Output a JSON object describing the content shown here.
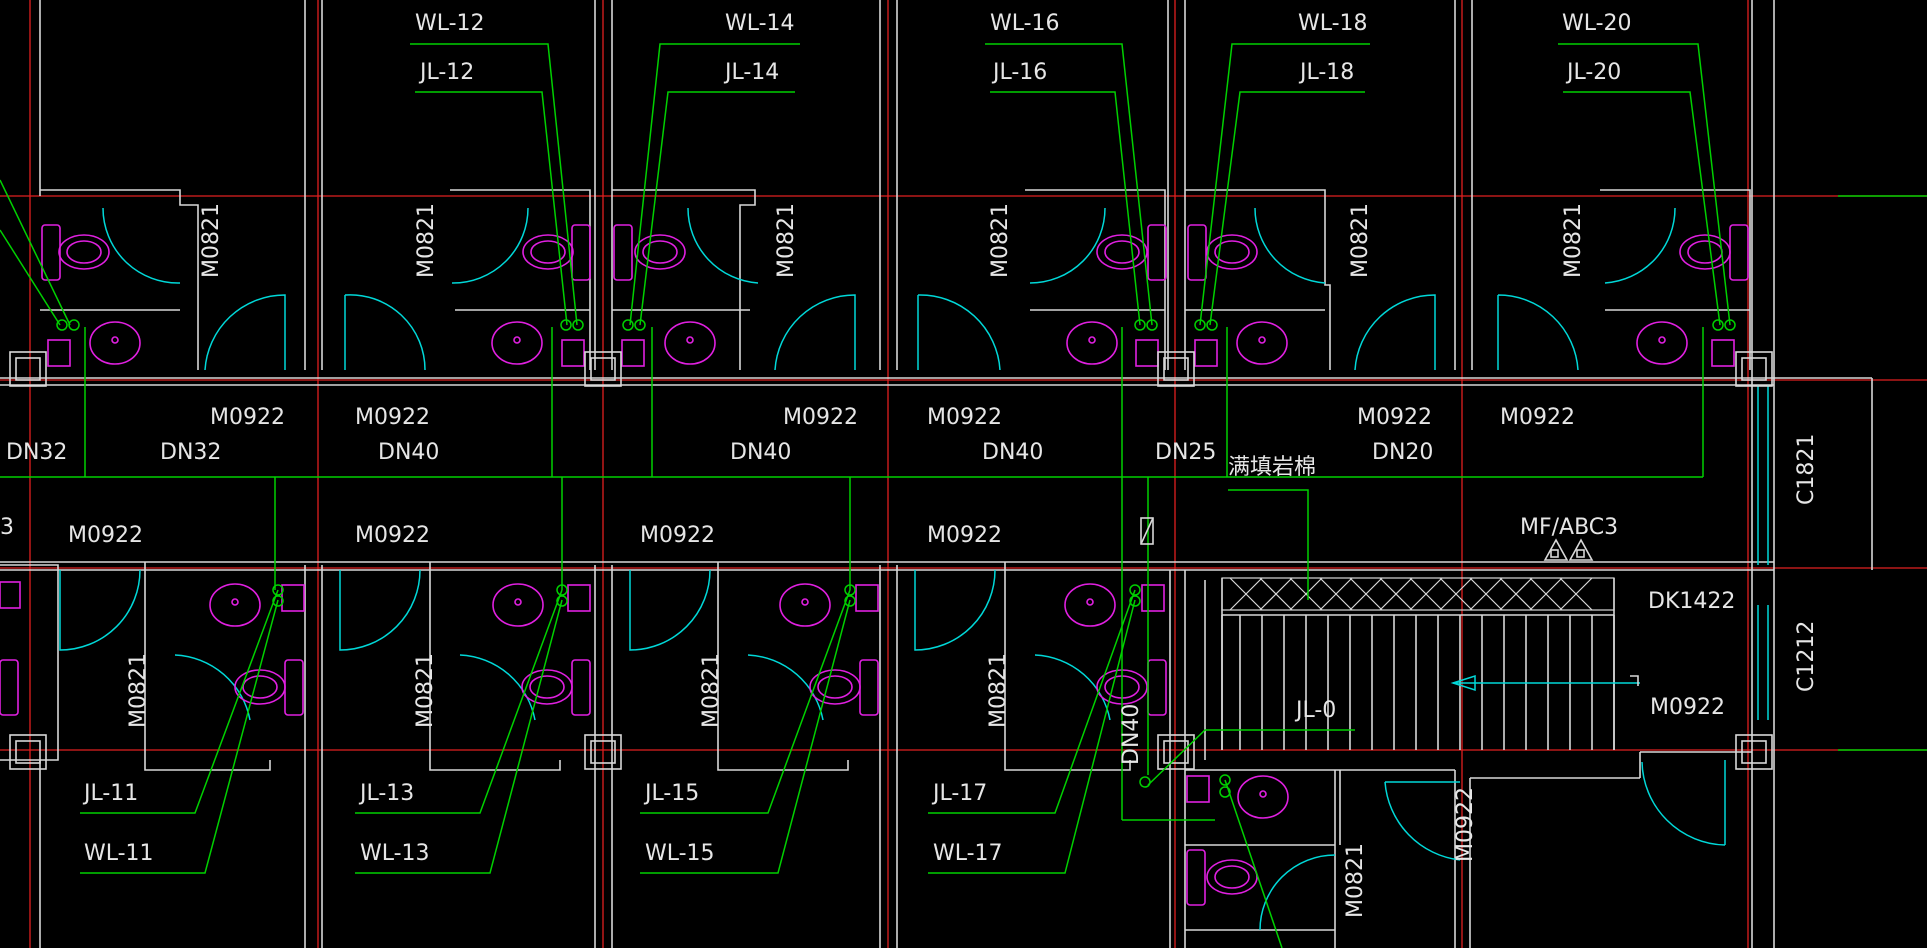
{
  "colors": {
    "background": "#000000",
    "wall": "#d8d8d8",
    "axis": "#e02020",
    "pipe": "#00d000",
    "door": "#00d8d8",
    "fixture": "#e020e0",
    "text": "#e6e6e6"
  },
  "labels": {
    "wl12": "WL-12",
    "wl14": "WL-14",
    "wl16": "WL-16",
    "wl18": "WL-18",
    "wl20": "WL-20",
    "jl12": "JL-12",
    "jl14": "JL-14",
    "jl16": "JL-16",
    "jl18": "JL-18",
    "jl20": "JL-20",
    "jl11": "JL-11",
    "jl13": "JL-13",
    "jl15": "JL-15",
    "jl17": "JL-17",
    "wl11": "WL-11",
    "wl13": "WL-13",
    "wl15": "WL-15",
    "wl17": "WL-17",
    "jl0": "JL-0",
    "m0821": "M0821",
    "m0922": "M0922",
    "m0922_partial": "3",
    "dn32": "DN32",
    "dn40": "DN40",
    "dn25": "DN25",
    "dn20": "DN20",
    "fill_note": "满填岩棉",
    "extinguisher": "MF/ABC3",
    "dk1422": "DK1422",
    "c1821": "C1821",
    "c1212": "C1212"
  }
}
